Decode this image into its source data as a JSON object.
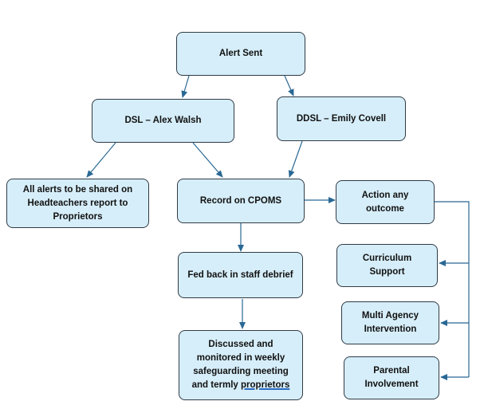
{
  "diagram": {
    "colors": {
      "box_fill": "#d6eef9",
      "box_border": "#2f3b46",
      "arrow": "#2a6894"
    },
    "nodes": {
      "alert_sent": {
        "lines": [
          "Alert Sent"
        ]
      },
      "dsl": {
        "lines": [
          "DSL – Alex Walsh"
        ]
      },
      "ddsl": {
        "lines": [
          "DDSL – Emily Covell"
        ]
      },
      "all_alerts": {
        "lines": [
          "All alerts to be shared on",
          "Headteachers report to",
          "Proprietors"
        ]
      },
      "record_cpoms": {
        "lines": [
          "Record on CPOMS"
        ]
      },
      "action_outcome": {
        "lines": [
          "Action any",
          "outcome"
        ]
      },
      "fed_back": {
        "lines": [
          "Fed back in staff debrief"
        ]
      },
      "curriculum_support": {
        "lines": [
          "Curriculum",
          "Support"
        ]
      },
      "multi_agency": {
        "lines": [
          "Multi Agency",
          "Intervention"
        ]
      },
      "discussed": {
        "lines": [
          "Discussed and",
          "monitored in weekly",
          "safeguarding meeting",
          "and termly"
        ],
        "underlined_word": "proprietors"
      },
      "parental": {
        "lines": [
          "Parental",
          "Involvement"
        ]
      }
    }
  }
}
